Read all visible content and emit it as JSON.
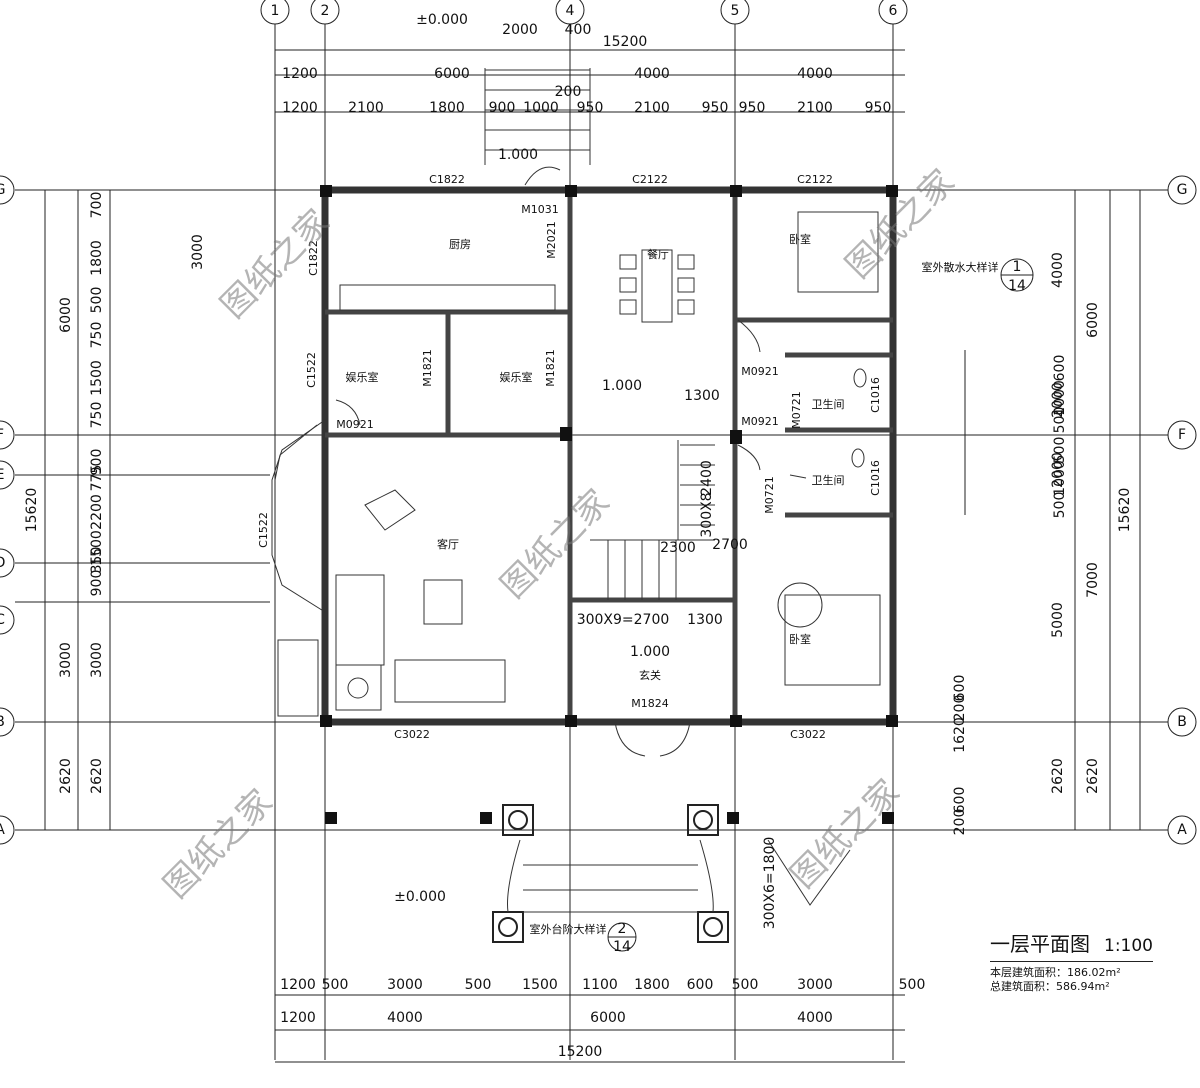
{
  "grid_top": [
    "1",
    "2",
    "4",
    "5",
    "6"
  ],
  "grid_side": [
    "G",
    "F",
    "E",
    "D",
    "C",
    "B",
    "A"
  ],
  "elev": [
    "±0.000",
    "±0.000",
    "1.000",
    "1.000",
    "1.000"
  ],
  "top_dims": {
    "total": "15200",
    "row1": [
      "1200",
      "6000",
      "4000",
      "4000"
    ],
    "row2": [
      "1200",
      "2100",
      "1800",
      "900",
      "1000",
      "950",
      "2100",
      "950",
      "950",
      "2100",
      "950"
    ],
    "stair": [
      "2000",
      "400",
      "200"
    ]
  },
  "bottom_dims": {
    "total": "15200",
    "row1": [
      "1200",
      "500",
      "3000",
      "500",
      "1500",
      "1100",
      "1800",
      "600",
      "500",
      "3000",
      "500"
    ],
    "row2": [
      "1200",
      "4000",
      "6000",
      "4000"
    ]
  },
  "left_dims": {
    "total": "15620",
    "outer": [
      "6000",
      "3000",
      "2620"
    ],
    "inner": [
      "700",
      "1800",
      "500",
      "750",
      "1500",
      "750",
      "900",
      "775",
      "2200",
      "1500",
      "350",
      "900",
      "3000",
      "2620"
    ],
    "stair": "3000"
  },
  "right_dims": {
    "total": "15620",
    "outer": [
      "6000",
      "7000",
      "2620"
    ],
    "inner": [
      "4000",
      "2000",
      "2000",
      "5000",
      "2620"
    ],
    "small": [
      "600",
      "1000",
      "500",
      "500",
      "1000",
      "500",
      "600",
      "200",
      "1620",
      "600",
      "200"
    ]
  },
  "rooms": [
    "厨房",
    "餐厅",
    "卧室",
    "娱乐室",
    "娱乐室",
    "卫生间",
    "卫生间",
    "客厅",
    "玄关",
    "卧室"
  ],
  "doors": [
    "M1031",
    "M2021",
    "M0921",
    "M1821",
    "M1821",
    "M0921",
    "M0921",
    "M0721",
    "M0721",
    "M1824"
  ],
  "windows": [
    "C1822",
    "C2122",
    "C2122",
    "C1822",
    "C1522",
    "C1522",
    "C1016",
    "C1016",
    "C3022",
    "C3022"
  ],
  "stair_notes": [
    "300X9=2700",
    "1300",
    "2700",
    "1300",
    "2400",
    "2300",
    "300X8",
    "300X6=1800"
  ],
  "detail_refs": [
    {
      "num": "1",
      "sheet": "14",
      "label": "室外散水大样详"
    },
    {
      "num": "2",
      "sheet": "14",
      "label": "室外台阶大样详"
    }
  ],
  "title": "一层平面图",
  "scale": "1:100",
  "area_floor": "本层建筑面积：186.02m²",
  "area_total": "总建筑面积：586.94m²",
  "watermark": "图纸之家"
}
